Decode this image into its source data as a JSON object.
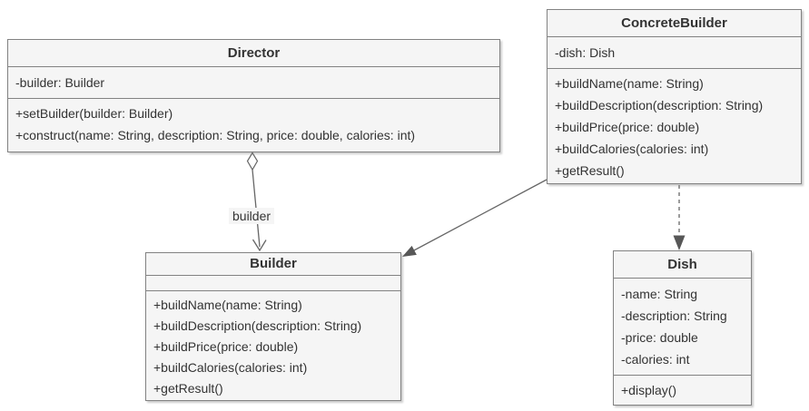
{
  "diagram_type": "uml-class-diagram",
  "pattern": "Builder",
  "colors": {
    "box_fill": "#f5f5f5",
    "box_border": "#828282",
    "text": "#333333",
    "connector_line": "#666666",
    "arrowhead_fill": "#575757",
    "label_background": "#f5f5f5",
    "page_background": "#ffffff"
  },
  "classes": [
    {
      "name": "Director",
      "attributes": [
        "-builder: Builder"
      ],
      "methods": [
        "+setBuilder(builder: Builder)",
        "+construct(name: String, description: String, price: double, calories: int)"
      ]
    },
    {
      "name": "ConcreteBuilder",
      "attributes": [
        "-dish: Dish"
      ],
      "methods": [
        "+buildName(name: String)",
        "+buildDescription(description: String)",
        "+buildPrice(price: double)",
        "+buildCalories(calories: int)",
        "+getResult()"
      ]
    },
    {
      "name": "Builder",
      "attributes": [],
      "methods": [
        "+buildName(name: String)",
        "+buildDescription(description: String)",
        "+buildPrice(price: double)",
        "+buildCalories(calories: int)",
        "+getResult()"
      ]
    },
    {
      "name": "Dish",
      "attributes": [
        "-name: String",
        "-description: String",
        "-price: double",
        "-calories: int"
      ],
      "methods": [
        "+display()"
      ]
    }
  ],
  "relationships": [
    {
      "from": "Director",
      "to": "Builder",
      "type": "aggregation",
      "line": "solid",
      "label": "builder"
    },
    {
      "from": "ConcreteBuilder",
      "to": "Builder",
      "type": "association",
      "line": "solid",
      "label": ""
    },
    {
      "from": "ConcreteBuilder",
      "to": "Dish",
      "type": "dependency",
      "line": "dashed",
      "label": ""
    }
  ]
}
